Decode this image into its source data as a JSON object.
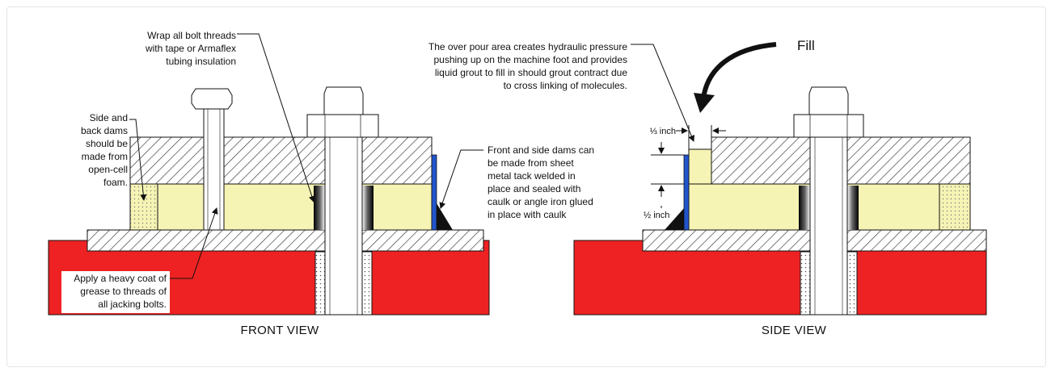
{
  "annotations": {
    "wrap_threads": [
      "Wrap all bolt threads",
      "with tape or Armaflex",
      "tubing insulation"
    ],
    "side_back_dams": [
      "Side and",
      "back dams",
      "should be",
      "made from",
      "open-cell",
      "foam."
    ],
    "grease": [
      "Apply a heavy coat of",
      "grease to threads of",
      "all jacking bolts."
    ],
    "front_side_dams": [
      "Front and side dams can",
      "be made from sheet",
      "metal tack welded in",
      "place and sealed with",
      "caulk or angle iron glued",
      "in place with caulk"
    ],
    "over_pour": [
      "The over pour area creates hydraulic pressure",
      "pushing up on the machine foot and provides",
      "liquid grout to fill in should grout contract due",
      "to cross linking of molecules."
    ],
    "fill": "Fill",
    "dim_top": "⅓ inch",
    "dim_bottom": "½ inch"
  },
  "views": {
    "front": "FRONT VIEW",
    "side": "SIDE VIEW"
  },
  "colors": {
    "concrete": "#ee2222",
    "grout": "#f6f4b4",
    "steel": "#dddddd",
    "dam": "#2255cc",
    "hatch": "#333333",
    "outline": "#111111"
  }
}
